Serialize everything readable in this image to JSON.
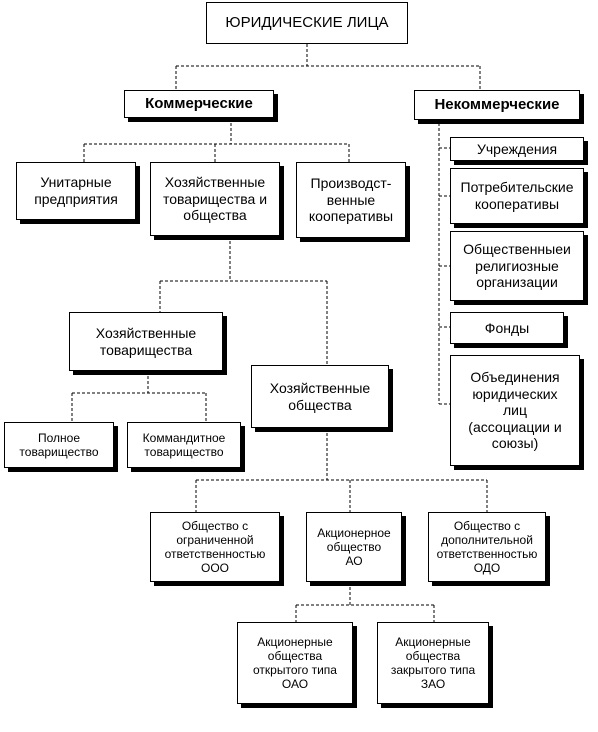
{
  "root": "ЮРИДИЧЕСКИЕ ЛИЦА",
  "commercial": {
    "label": "Коммерческие",
    "unitary": "Унитарные\nпредприятия",
    "economic": "Хозяйственные\nтоварищества и\nобщества",
    "coops": "Производст-\nвенные\nкооперативы",
    "partnerships": {
      "label": "Хозяйственные\nтоварищества",
      "full": "Полное\nтоварищество",
      "limited": "Коммандитное\nтоварищество"
    },
    "societies": {
      "label": "Хозяйственные\nобщества",
      "ooo": "Общество с\nограниченной\nответственностью\nООО",
      "ao": "Акционерное\nобщество\nАО",
      "odo": "Общество с\nдополнительной\nответственностью\nОДО",
      "oao": "Акционерные\nобщества\nоткрытого типа\nОАО",
      "zao": "Акционерные\nобщества\nзакрытого типа\nЗАО"
    }
  },
  "noncommercial": {
    "label": "Некоммерческие",
    "items": [
      "Учреждения",
      "Потребительские\nкооперативы",
      "Общественныеи\nрелигиозные\nорганизации",
      "Фонды",
      "Объединения\nюридических\nлиц\n(ассоциации и\nсоюзы)"
    ]
  }
}
